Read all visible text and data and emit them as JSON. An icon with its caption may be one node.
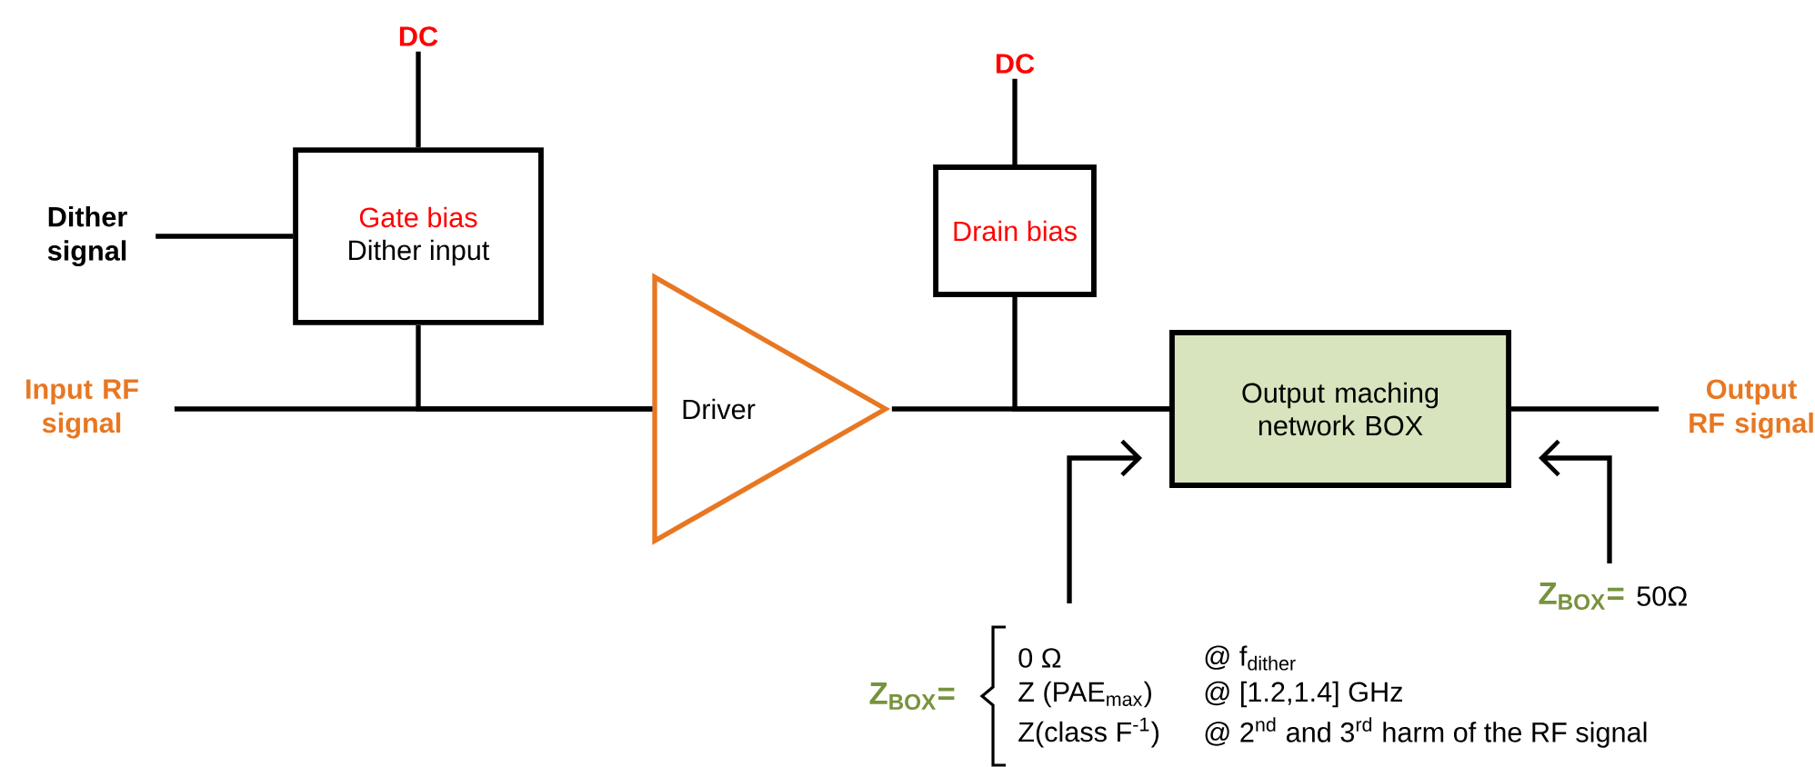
{
  "diagram": {
    "nodes": [
      {
        "text": [
          "DC"
        ]
      },
      {
        "text": [
          "Gate bias",
          "Dither input"
        ]
      },
      {
        "text": [
          "Dither signal"
        ]
      },
      {
        "text": [
          "Input RF signal"
        ]
      },
      {
        "text": [
          "Driver"
        ]
      },
      {
        "text": [
          "DC"
        ]
      },
      {
        "text": [
          "Drain bias"
        ]
      },
      {
        "text": [
          "Output maching network BOX"
        ]
      },
      {
        "text": [
          "Output RF signal"
        ]
      }
    ],
    "edges": [
      {
        "from": 0,
        "to": 1,
        "arrow": "none"
      },
      {
        "from": 2,
        "to": 1,
        "arrow": "none"
      },
      {
        "from": 3,
        "to": 4,
        "arrow": "none"
      },
      {
        "from": 1,
        "to": 4,
        "arrow": "none"
      },
      {
        "from": 4,
        "to": 7,
        "arrow": "none"
      },
      {
        "from": 5,
        "to": 6,
        "arrow": "none"
      },
      {
        "from": 6,
        "to": 7,
        "arrow": "none"
      },
      {
        "from": 7,
        "to": 8,
        "arrow": "none"
      },
      {
        "from": null,
        "to": 7,
        "arrow": "to"
      },
      {
        "from": null,
        "to": 7,
        "arrow": "to"
      }
    ],
    "labels": [
      "Z$_{BOX}$=",
      "50Ω",
      "Z$_{BOX}$=",
      "0 Ω",
      "@ f$_{dither}$",
      "Z (PAE$_{max}$)",
      "@ [1.2,1.4] GHz",
      "Z(class F$^{-1}$)",
      "@ 2$^{nd}$ and 3$^{rd}$ harm of the RF signal"
    ]
  }
}
